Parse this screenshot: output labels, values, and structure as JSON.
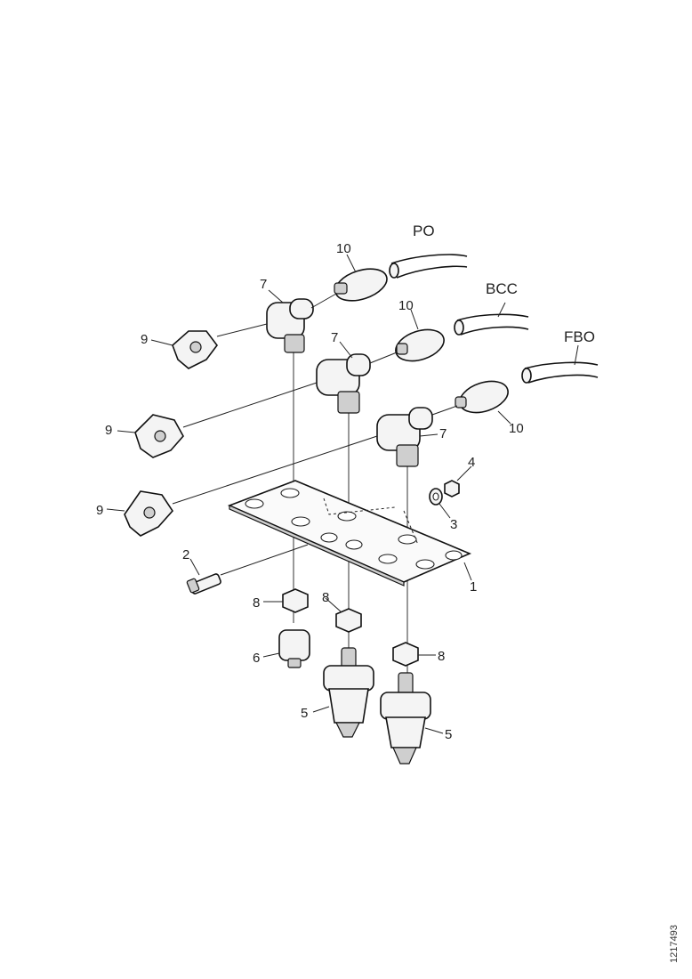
{
  "callouts": [
    {
      "id": "c10a",
      "text": "10"
    },
    {
      "id": "c7a",
      "text": "7"
    },
    {
      "id": "c9a",
      "text": "9"
    },
    {
      "id": "c10b",
      "text": "10"
    },
    {
      "id": "c7b",
      "text": "7"
    },
    {
      "id": "c9b",
      "text": "9"
    },
    {
      "id": "c10c",
      "text": "10"
    },
    {
      "id": "c7c",
      "text": "7"
    },
    {
      "id": "c4",
      "text": "4"
    },
    {
      "id": "c3",
      "text": "3"
    },
    {
      "id": "c9c",
      "text": "9"
    },
    {
      "id": "c2",
      "text": "2"
    },
    {
      "id": "c1",
      "text": "1"
    },
    {
      "id": "c8a",
      "text": "8"
    },
    {
      "id": "c8b",
      "text": "8"
    },
    {
      "id": "c8c",
      "text": "8"
    },
    {
      "id": "c6",
      "text": "6"
    },
    {
      "id": "c5a",
      "text": "5"
    },
    {
      "id": "c5b",
      "text": "5"
    }
  ],
  "hoses": [
    {
      "id": "po",
      "label": "PO"
    },
    {
      "id": "bcc",
      "label": "BCC"
    },
    {
      "id": "fbo",
      "label": "FBO"
    }
  ],
  "drawing_id": "1217493"
}
